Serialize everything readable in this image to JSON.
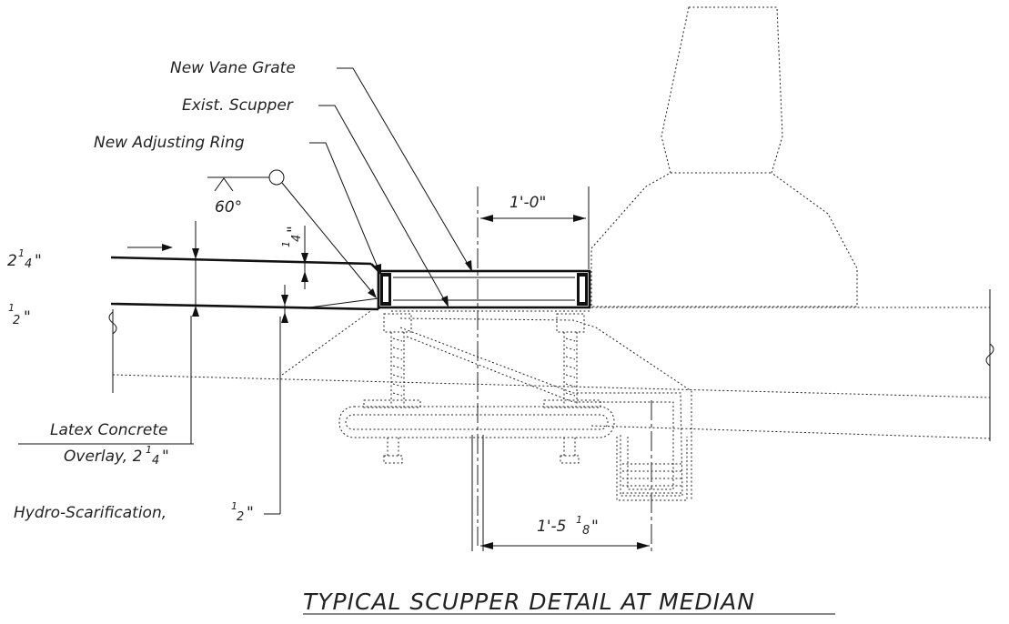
{
  "labels": {
    "new_vane_grate": "New Vane Grate",
    "exist_scupper": "Exist. Scupper",
    "new_adjusting_ring": "New Adjusting Ring",
    "latex_concrete_1": "Latex Concrete",
    "latex_concrete_2": "Overlay, 2",
    "latex_frac_num": "1",
    "latex_frac_den": "4",
    "latex_inch": "\"",
    "hydro": "Hydro-Scarification,",
    "hydro_frac_num": "1",
    "hydro_frac_den": "2",
    "hydro_inch": "\""
  },
  "dimensions": {
    "angle": "60°",
    "left_top_whole": "2",
    "left_top_num": "1",
    "left_top_den": "4",
    "left_top_inch": "\"",
    "left_bot_num": "1",
    "left_bot_den": "2",
    "left_bot_inch": "\"",
    "quarter_num": "1",
    "quarter_den": "4",
    "quarter_inch": "\"",
    "grate_width": "1'-0\"",
    "scupper_offset_main": "1'-5",
    "scupper_offset_num": "1",
    "scupper_offset_den": "8",
    "scupper_offset_inch": "\""
  },
  "title": "TYPICAL SCUPPER DETAIL AT MEDIAN"
}
